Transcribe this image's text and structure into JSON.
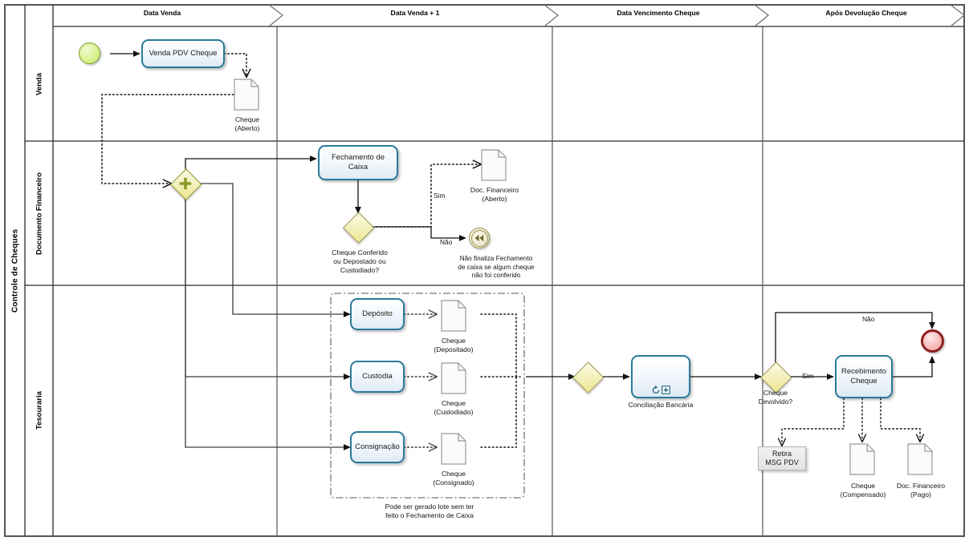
{
  "diagram": {
    "type": "bpmn-process-diagram",
    "pool": {
      "label": "Controle de Cheques"
    },
    "lanes": [
      {
        "id": "venda",
        "label": "Venda"
      },
      {
        "id": "documento-financeiro",
        "label": "Documento Financeiro"
      },
      {
        "id": "tesouraria",
        "label": "Tesouraria"
      }
    ],
    "milestones": [
      {
        "id": "m1",
        "label": "Data Venda"
      },
      {
        "id": "m2",
        "label": "Data Venda + 1"
      },
      {
        "id": "m3",
        "label": "Data Vencimento Cheque"
      },
      {
        "id": "m4",
        "label": "Após Devolução Cheque"
      }
    ],
    "events": [
      {
        "id": "start",
        "kind": "start",
        "lane": "venda",
        "label": ""
      },
      {
        "id": "nao-finaliza",
        "kind": "intermediate-rewind",
        "lane": "documento-financeiro",
        "label": "Não finaliza Fechamento\nde caixa se algum cheque\nnão foi conferido"
      },
      {
        "id": "end",
        "kind": "end",
        "lane": "tesouraria",
        "label": ""
      }
    ],
    "tasks": [
      {
        "id": "venda-pdv-cheque",
        "label": "Venda PDV Cheque",
        "lane": "venda",
        "markers": []
      },
      {
        "id": "fechamento-de-caixa",
        "label": "Fechamento de\nCaixa",
        "lane": "documento-financeiro",
        "markers": []
      },
      {
        "id": "deposito",
        "label": "Depósito",
        "lane": "tesouraria",
        "markers": []
      },
      {
        "id": "custodia",
        "label": "Custodia",
        "lane": "tesouraria",
        "markers": []
      },
      {
        "id": "consignacao",
        "label": "Consignação",
        "lane": "tesouraria",
        "markers": []
      },
      {
        "id": "conciliacao-bancaria",
        "label": "",
        "caption": "Conciliação Bancária",
        "lane": "tesouraria",
        "markers": [
          "loop-marker",
          "subprocess-marker"
        ]
      },
      {
        "id": "recebimento-cheque",
        "label": "Recebimento\nCheque",
        "lane": "tesouraria",
        "markers": []
      }
    ],
    "gateways": [
      {
        "id": "gw-parallel",
        "kind": "parallel",
        "label": "",
        "lane": "documento-financeiro"
      },
      {
        "id": "gw-cheque-conferido",
        "kind": "exclusive",
        "label": "Cheque Conferido\nou Depostado ou\nCustodiado?",
        "lane": "documento-financeiro"
      },
      {
        "id": "gw-merge",
        "kind": "exclusive",
        "label": "",
        "lane": "tesouraria"
      },
      {
        "id": "gw-cheque-devolvido",
        "kind": "exclusive",
        "label": "Cheque\nDevolvido?",
        "lane": "tesouraria"
      }
    ],
    "data_objects": [
      {
        "id": "do-cheque-aberto",
        "label": "Cheque\n(Aberto)",
        "lane": "venda"
      },
      {
        "id": "do-doc-financeiro-aberto",
        "label": "Doc. Financeiro\n(Aberto)",
        "lane": "documento-financeiro"
      },
      {
        "id": "do-cheque-depositado",
        "label": "Cheque\n(Depositado)",
        "lane": "tesouraria"
      },
      {
        "id": "do-cheque-custodiado",
        "label": "Cheque\n(Custodiado)",
        "lane": "tesouraria"
      },
      {
        "id": "do-cheque-consignado",
        "label": "Cheque\n(Consignado)",
        "lane": "tesouraria"
      },
      {
        "id": "do-cheque-compensado",
        "label": "Cheque\n(Compensado)",
        "lane": "tesouraria"
      },
      {
        "id": "do-doc-financeiro-pago",
        "label": "Doc. Financeiro\n(Pago)",
        "lane": "tesouraria"
      }
    ],
    "annotations": [
      {
        "id": "an-retira-msg",
        "kind": "box",
        "label": "Retira\nMSG PDV",
        "lane": "tesouraria"
      },
      {
        "id": "an-group-lote",
        "kind": "group-caption",
        "label": "Pode ser gerado lote sem ter\nfeito o Fechamento de Caixa",
        "lane": "tesouraria"
      }
    ],
    "flow_labels": [
      {
        "id": "lbl-sim-conferido",
        "text": "Sim"
      },
      {
        "id": "lbl-nao-conferido",
        "text": "Não"
      },
      {
        "id": "lbl-sim-devolvido",
        "text": "Sim"
      },
      {
        "id": "lbl-nao-devolvido",
        "text": "Não"
      }
    ],
    "colors": {
      "task_border": "#2a7a9b",
      "task_fill": "#eef4fb",
      "gateway_border": "#9a9450",
      "gateway_fill": "#f3efb8",
      "parallel_marker": "#8b9b28",
      "start_event_fill": "#d6f08a",
      "start_event_border": "#7a9a2e",
      "end_event_border": "#8e1f1f",
      "end_event_fill": "#f6b9b9",
      "lane_border": "#3a3a3a",
      "data_object_border": "#9a9a9a",
      "annotation_fill": "#e9e9e9",
      "flow_line": "#1a1a1a"
    }
  }
}
